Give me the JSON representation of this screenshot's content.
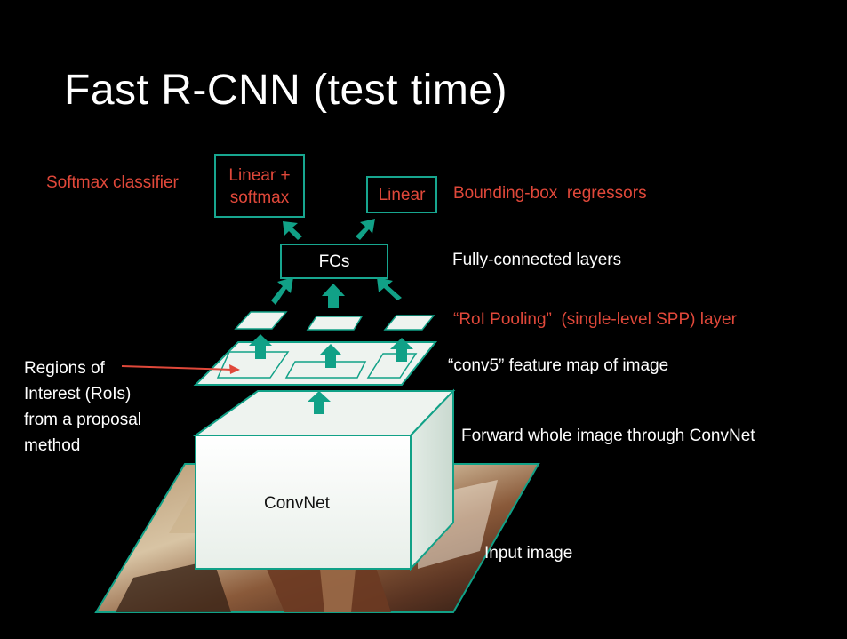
{
  "title": "Fast R-CNN (test time)",
  "labels": {
    "softmax_classifier": "Softmax classifier",
    "bbox_regressors": "Bounding-box  regressors",
    "fully_connected": "Fully-connected layers",
    "roi_pooling": "“RoI Pooling”  (single-level SPP) layer",
    "conv5": "“conv5” feature map of image",
    "forward": "Forward whole image through ConvNet",
    "input_image": "Input image",
    "rois": [
      "Regions of",
      "Interest (RoIs)",
      "from a proposal",
      "method"
    ]
  },
  "boxes": {
    "linear_softmax": [
      "Linear +",
      "softmax"
    ],
    "linear": "Linear",
    "fcs": "FCs",
    "convnet": "ConvNet"
  },
  "colors": {
    "accent_teal": "#11a187",
    "label_red": "#e0483a",
    "box_border": "#17a68f"
  }
}
